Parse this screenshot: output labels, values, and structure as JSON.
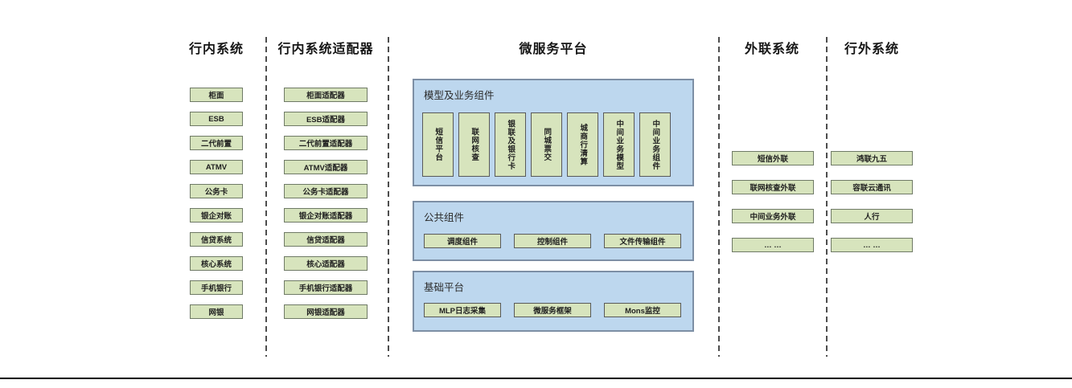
{
  "colors": {
    "box_fill": "#d7e4bd",
    "box_border": "#6f7a66",
    "panel_fill": "#bdd7ee",
    "panel_border": "#7d8fa5",
    "dash_color": "#4d4d4d",
    "rule_color": "#000000"
  },
  "columns": {
    "inbank": {
      "title": "行内系统",
      "boxes": [
        "柜面",
        "ESB",
        "二代前置",
        "ATMV",
        "公务卡",
        "银企对账",
        "信贷系统",
        "核心系统",
        "手机银行",
        "网银"
      ]
    },
    "adapters": {
      "title": "行内系统适配器",
      "boxes": [
        "柜面适配器",
        "ESB适配器",
        "二代前置适配器",
        "ATMV适配器",
        "公务卡适配器",
        "银企对账适配器",
        "信贷适配器",
        "核心适配器",
        "手机银行适配器",
        "网银适配器"
      ]
    },
    "platform": {
      "title": "微服务平台",
      "panels": [
        {
          "label": "模型及业务组件",
          "boxes": [
            "短信平台",
            "联网核查",
            "银联及银行卡",
            "同城票交",
            "城商行清算",
            "中间业务模型",
            "中间业务组件"
          ]
        },
        {
          "label": "公共组件",
          "boxes": [
            "调度组件",
            "控制组件",
            "文件传输组件"
          ]
        },
        {
          "label": "基础平台",
          "boxes": [
            "MLP日志采集",
            "微服务框架",
            "Mons监控"
          ]
        }
      ]
    },
    "external_link": {
      "title": "外联系统",
      "boxes": [
        "短信外联",
        "联网核查外联",
        "中间业务外联",
        "… …"
      ]
    },
    "outside": {
      "title": "行外系统",
      "boxes": [
        "鸿联九五",
        "容联云通讯",
        "人行",
        "… …"
      ]
    }
  }
}
